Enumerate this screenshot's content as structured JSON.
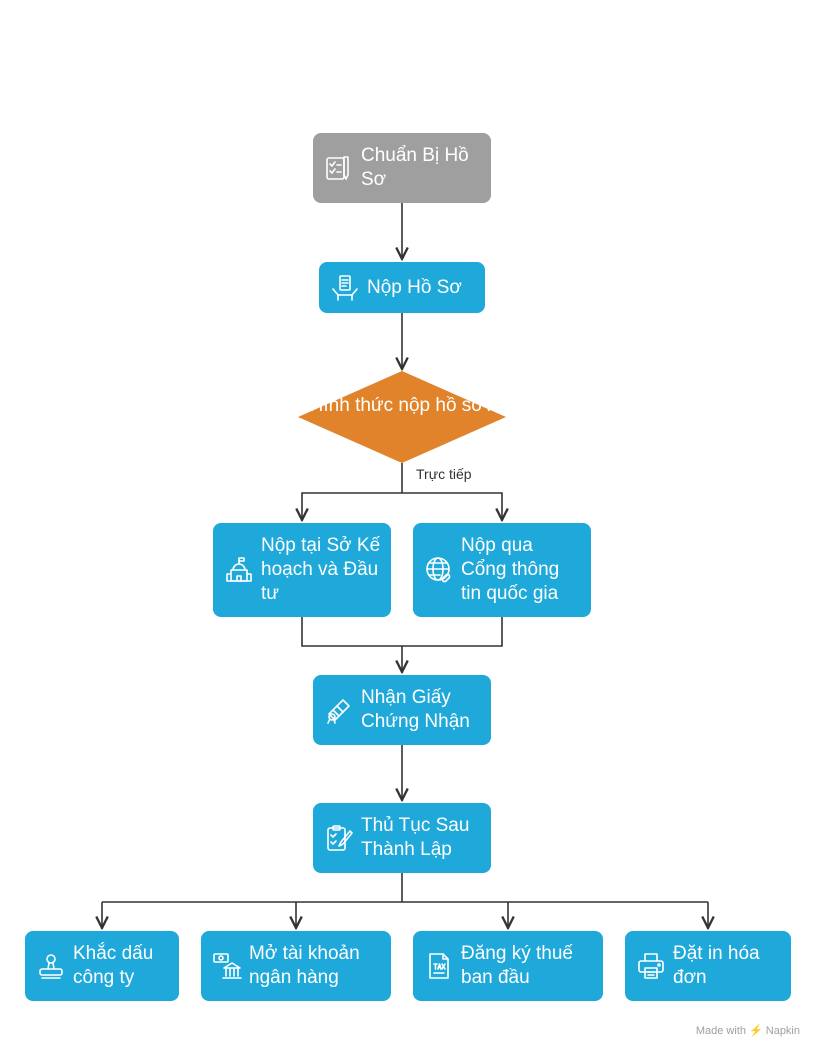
{
  "nodes": {
    "prepare": "Chuẩn Bị Hồ Sơ",
    "submit": "Nộp Hồ Sơ",
    "decision": "Hình thức nộp hồ sơ?",
    "at_department": "Nộp tại Sở Kế hoạch và Đầu tư",
    "via_portal": "Nộp qua Cổng thông tin quốc gia",
    "receive_certificate": "Nhận Giấy Chứng Nhận",
    "post_procedures": "Thủ Tục Sau Thành Lập",
    "seal": "Khắc dấu công ty",
    "bank_account": "Mở tài khoản ngân hàng",
    "tax_registration": "Đăng ký thuế ban đầu",
    "invoice_printing": "Đặt in hóa đơn"
  },
  "edge_labels": {
    "direct": "Trực tiếp"
  },
  "footer": "Made with ⚡ Napkin",
  "colors": {
    "primary": "#1fa9da",
    "start": "#9f9f9f",
    "decision": "#e0832a",
    "line": "#333333"
  },
  "icons": {
    "prepare": "checklist-pen-icon",
    "submit": "hand-holding-document-icon",
    "at_department": "government-building-icon",
    "via_portal": "globe-link-icon",
    "receive_certificate": "diploma-scroll-icon",
    "post_procedures": "clipboard-pen-icon",
    "seal": "stamp-icon",
    "bank_account": "bank-money-icon",
    "tax_registration": "tax-document-icon",
    "invoice_printing": "printer-icon"
  }
}
